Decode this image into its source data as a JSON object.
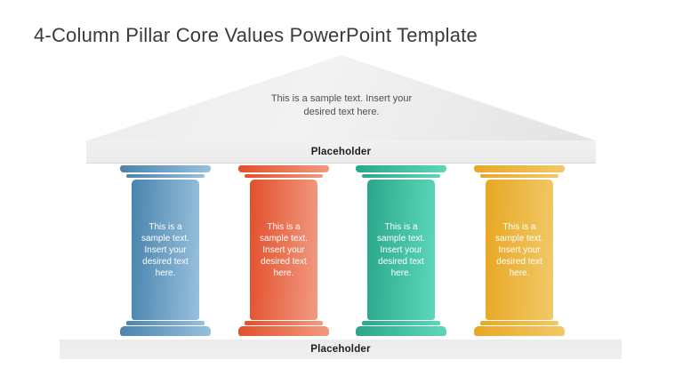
{
  "slide": {
    "title": "4-Column Pillar Core Values PowerPoint Template",
    "pediment": {
      "text": "This is a sample text. Insert your desired text here."
    },
    "top_beam": {
      "label": "Placeholder"
    },
    "bottom_beam": {
      "label": "Placeholder"
    },
    "pillars": [
      {
        "name": "pillar-1",
        "color_dark": "#4a84ae",
        "color_light": "#97c0dc",
        "text": "This is a sample text. Insert your desired text here."
      },
      {
        "name": "pillar-2",
        "color_dark": "#e3502c",
        "color_light": "#f19a81",
        "text": "This is a sample text. Insert your desired text here."
      },
      {
        "name": "pillar-3",
        "color_dark": "#2aa78b",
        "color_light": "#5dd7ba",
        "text": "This is a sample text. Insert your desired text here."
      },
      {
        "name": "pillar-4",
        "color_dark": "#e8a724",
        "color_light": "#f1c968",
        "text": "This is a sample text. Insert your desired text here."
      }
    ]
  }
}
